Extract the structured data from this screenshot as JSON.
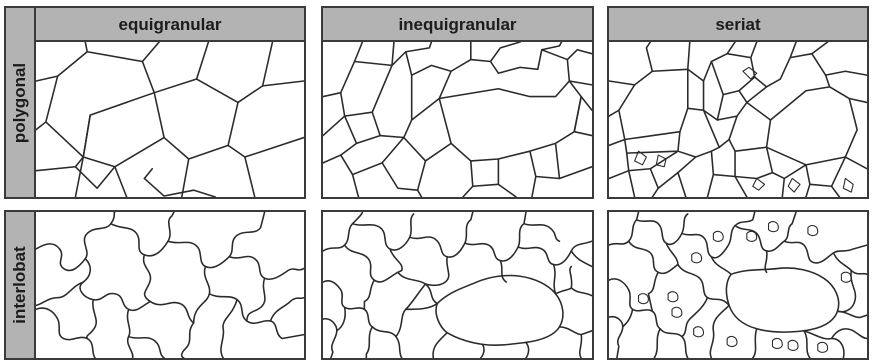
{
  "columns": [
    "equigranular",
    "inequigranular",
    "seriat"
  ],
  "rows": [
    "polygonal",
    "interlobat"
  ],
  "colors": {
    "header_fill": "#b3b3b3",
    "outline": "#3a3a3a",
    "grain_boundary": "#2b2b2b"
  }
}
